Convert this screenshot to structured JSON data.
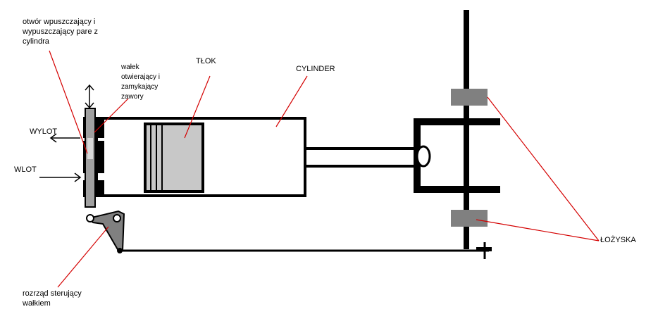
{
  "labels": {
    "port_line1": "otwór wpuszczający i",
    "port_line2": "wypuszczający pare z",
    "port_line3": "cylindra",
    "shaft_line1": "wałek",
    "shaft_line2": "otwierający i",
    "shaft_line3": "zamykający",
    "shaft_line4": "zawory",
    "piston": "TŁOK",
    "cylinder": "CYLINDER",
    "outlet": "WYLOT",
    "inlet": "WLOT",
    "bearings": "ŁOŻYSKA",
    "timing_line1": "rozrząd sterujący",
    "timing_line2": "wałkiem"
  },
  "colors": {
    "outline": "#000000",
    "leader": "#d40000",
    "piston_fill": "#c8c8c8",
    "bearing_fill": "#808080",
    "valve_fill": "#a0a0a0"
  }
}
